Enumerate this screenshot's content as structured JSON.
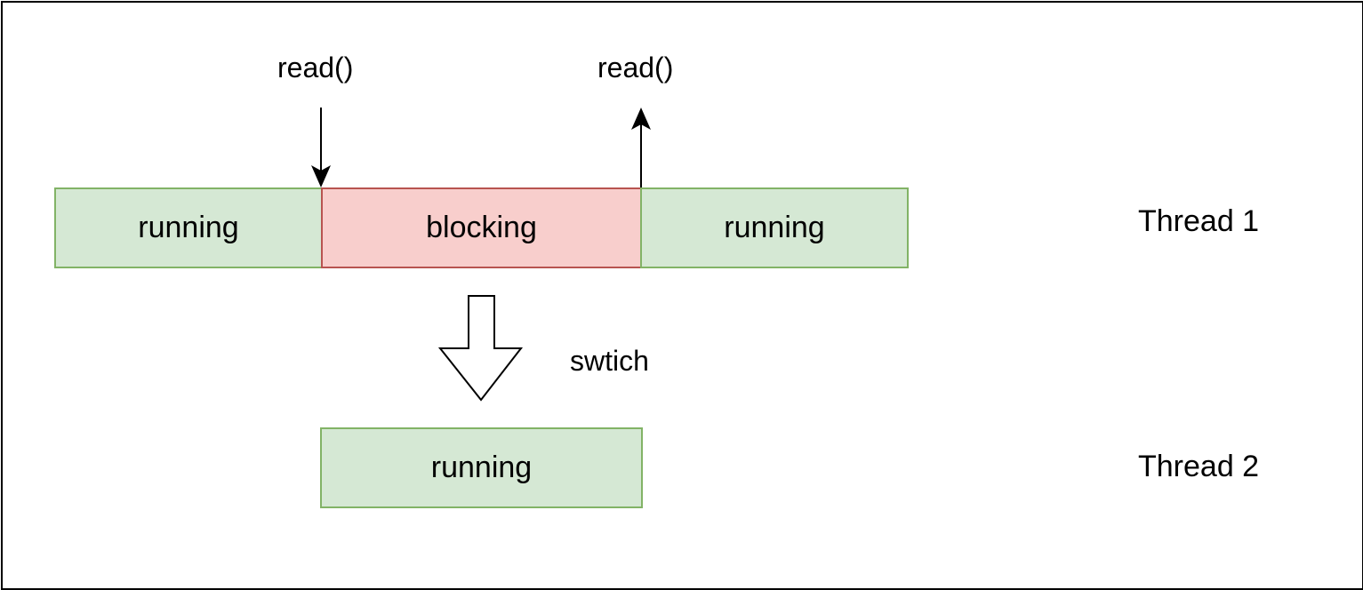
{
  "top_labels": {
    "read_left": "read()",
    "read_right": "read()"
  },
  "thread1": {
    "name": "Thread 1",
    "segments": [
      "running",
      "blocking",
      "running"
    ]
  },
  "switch_label": "swtich",
  "thread2": {
    "name": "Thread 2",
    "segments": [
      "running"
    ]
  },
  "colors": {
    "running_fill": "#d5e8d4",
    "running_stroke": "#82b366",
    "blocking_fill": "#f8cecc",
    "blocking_stroke": "#b85450"
  }
}
